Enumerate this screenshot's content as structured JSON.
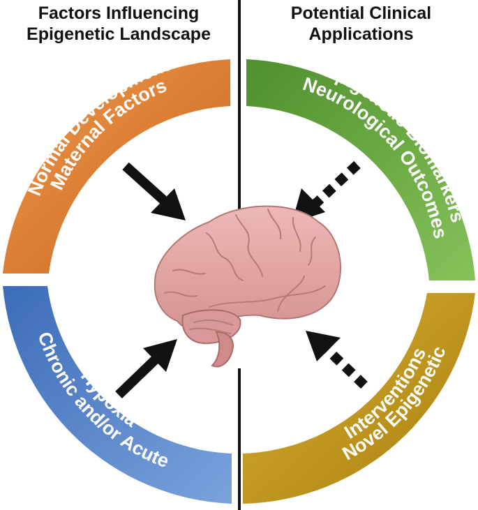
{
  "headings": {
    "left": [
      "Factors Influencing",
      "Epigenetic Landscape"
    ],
    "right": [
      "Potential Clinical",
      "Applications"
    ]
  },
  "quadrants": {
    "top_left": {
      "lines": [
        "Normal Development",
        "Maternal Factors"
      ],
      "color": "#de7a2e"
    },
    "bottom_left": {
      "lines": [
        "Chronic and/or Acute",
        "Hypoxia"
      ],
      "color": "#4d7dc4"
    },
    "top_right": {
      "lines": [
        "Epigenetic Biomarkers",
        "Neurological Outcomes"
      ],
      "color": "#6aa43a"
    },
    "bottom_right": {
      "lines": [
        "Novel Epigenetic",
        "Interventions"
      ],
      "color": "#c49a16"
    }
  },
  "center_icon": "brain-icon"
}
